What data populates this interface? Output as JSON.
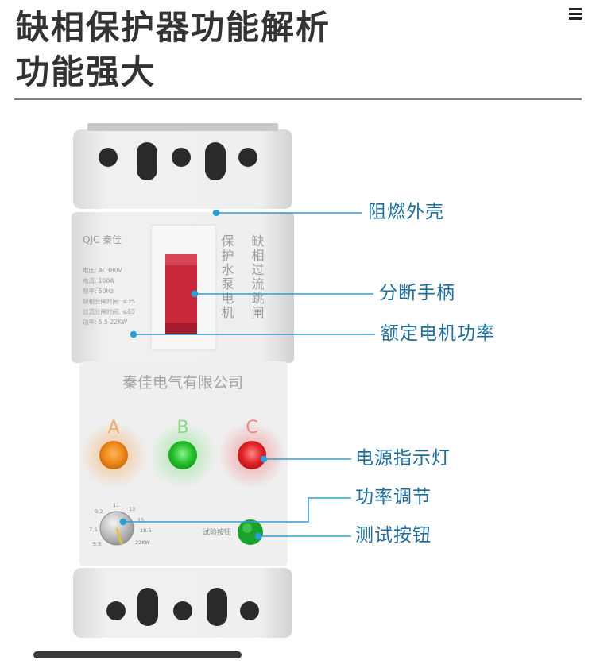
{
  "header": {
    "title_line1": "缺相保护器功能解析",
    "title_line2": "功能强大"
  },
  "device": {
    "brand": "QJC 秦佳",
    "company": "秦佳电气有限公司",
    "vertical_text_1": "保护水泵电机",
    "vertical_text_2": "缺相过流跳闸",
    "specs": [
      "电压: AC380V",
      "电流: 100A",
      "频率: 50Hz",
      "缺相分闸时间: ≤3S",
      "过流分闸时间: ≤6S",
      "功率: 5.5-22KW"
    ],
    "phase_labels": [
      "A",
      "B",
      "C"
    ],
    "test_button_label": "试验按钮",
    "dial_labels": [
      "9.2",
      "11",
      "13",
      "15",
      "18.5",
      "22KW",
      "7.5",
      "5.5"
    ]
  },
  "callouts": {
    "shell": "阻燃外壳",
    "handle": "分断手柄",
    "rated_power": "额定电机功率",
    "power_indicator": "电源指示灯",
    "power_adjust": "功率调节",
    "test_button": "测试按钮"
  },
  "colors": {
    "callout_line": "#2a9fd8",
    "callout_text": "#1f6e9a",
    "led_a": "#f08a1c",
    "led_b": "#27c22f",
    "led_c": "#e2262b",
    "handle": "#c8283a",
    "test_button": "#1aa32a"
  }
}
